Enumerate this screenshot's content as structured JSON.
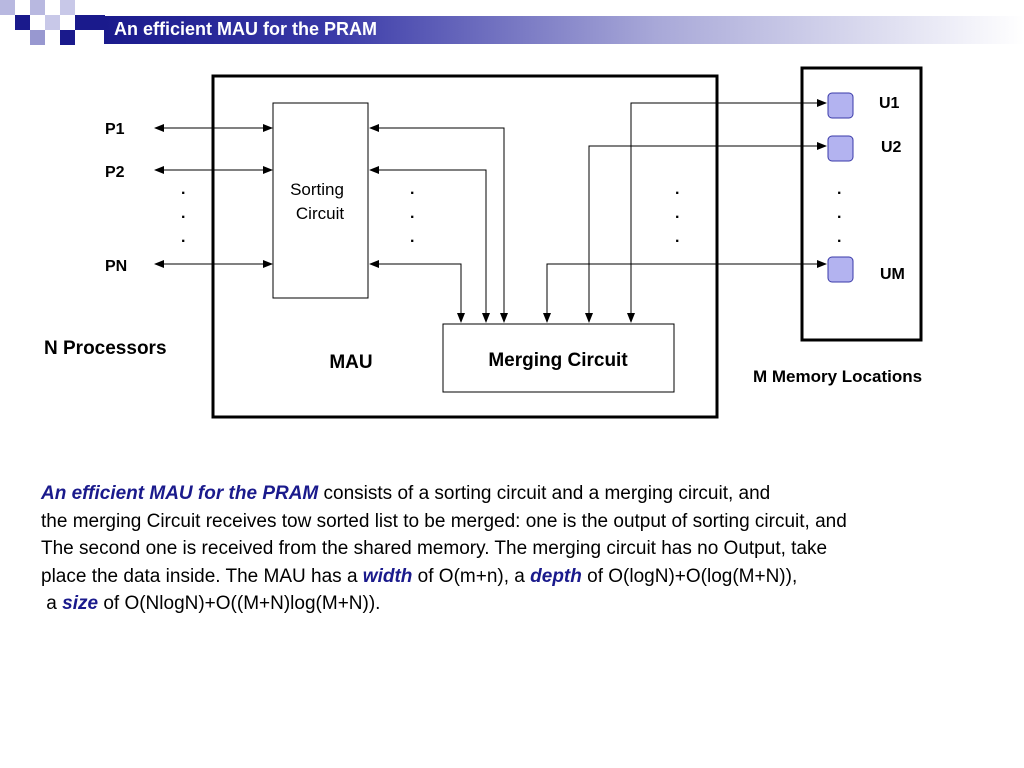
{
  "slide": {
    "title": "An efficient MAU for the PRAM"
  },
  "diagram": {
    "processors": [
      "P1",
      "P2",
      "PN"
    ],
    "processors_caption": "N Processors",
    "dots": ".",
    "sorting_circuit": [
      "Sorting",
      "Circuit"
    ],
    "merging_circuit": "Merging Circuit",
    "mau_label": "MAU",
    "memory_units": [
      "U1",
      "U2",
      "UM"
    ],
    "memory_caption": "M Memory Locations",
    "colors": {
      "memory_cell": "#b3b3f0",
      "accent": "#1a1a8c"
    }
  },
  "paragraph": {
    "l1_em": "An efficient MAU for the PRAM",
    "l1_rest": " consists of a sorting circuit and a merging circuit, and",
    "l2": "the merging Circuit receives tow sorted list to be merged: one is the output of sorting circuit, and",
    "l3": "The second one is received from the shared memory. The merging circuit has no Output, take",
    "l4_a": "place the data inside. The MAU has a ",
    "l4_width": "width",
    "l4_b": " of O(m+n), a ",
    "l4_depth": "depth",
    "l4_c": " of O(logN)+O(log(M+N)),",
    "l5_a": " a ",
    "l5_size": "size",
    "l5_b": " of O(NlogN)+O((M+N)log(M+N))."
  }
}
